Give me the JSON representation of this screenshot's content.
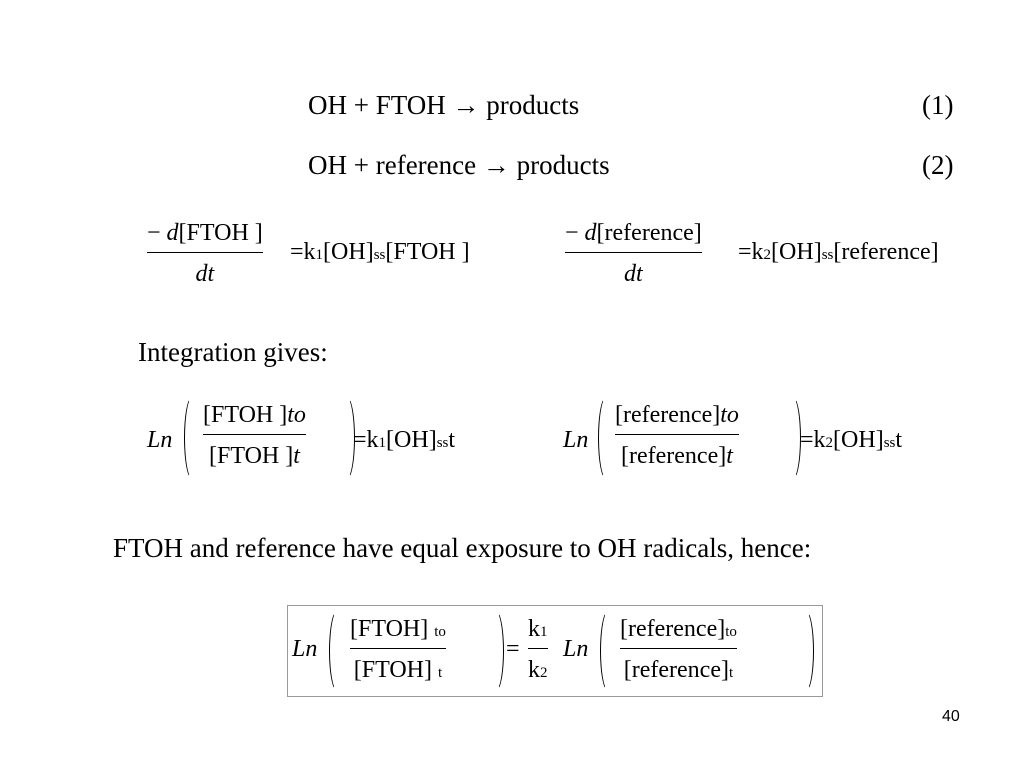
{
  "reactions": [
    {
      "text": "OH + FTOH  →  products",
      "number": "(1)"
    },
    {
      "text": "OH + reference  →  products",
      "number": "(2)"
    }
  ],
  "rate_eqs": {
    "ftoh": {
      "num_minus": "−",
      "num_d": "d",
      "num_species": "[FTOH ]",
      "den": "dt",
      "rhs_eq": "=k",
      "rhs_k_sub": "1",
      "rhs_oh": "[OH]",
      "rhs_ss": "ss",
      "rhs_species": "[FTOH ]"
    },
    "reference": {
      "num_minus": "−",
      "num_d": "d",
      "num_species": "[reference]",
      "den": "dt",
      "rhs_eq": "=k",
      "rhs_k_sub": "2",
      "rhs_oh": "[OH]",
      "rhs_ss": "ss",
      "rhs_species": "[reference]"
    }
  },
  "integration_label": "Integration gives:",
  "integrated": {
    "ftoh": {
      "ln": "Ln",
      "num": "[FTOH ]",
      "num_sub": "to",
      "den": "[FTOH ]",
      "den_sub": "t",
      "rhs_eq": "=k",
      "rhs_k_sub": "1",
      "rhs_oh": "[OH]",
      "rhs_ss": "ss",
      "rhs_t": "t"
    },
    "reference": {
      "ln": "Ln",
      "num": "[reference]",
      "num_sub": "to",
      "den": "[reference]",
      "den_sub": "t",
      "rhs_eq": "=k",
      "rhs_k_sub": "2",
      "rhs_oh": "[OH]",
      "rhs_ss": "ss",
      "rhs_t": "t"
    }
  },
  "conclusion_label": "FTOH and reference have equal exposure to OH radicals, hence:",
  "final_eq": {
    "ln_left": "Ln",
    "left_num": "[FTOH]",
    "left_num_sub": "to",
    "left_den": "[FTOH]",
    "left_den_sub": "t",
    "eq": "=",
    "k_num": "k",
    "k_num_sub": "1",
    "k_den": "k",
    "k_den_sub": "2",
    "ln_right": "Ln",
    "right_num": "[reference]",
    "right_num_sub": "to",
    "right_den": "[reference]",
    "right_den_sub": "t"
  },
  "page_number": "40"
}
